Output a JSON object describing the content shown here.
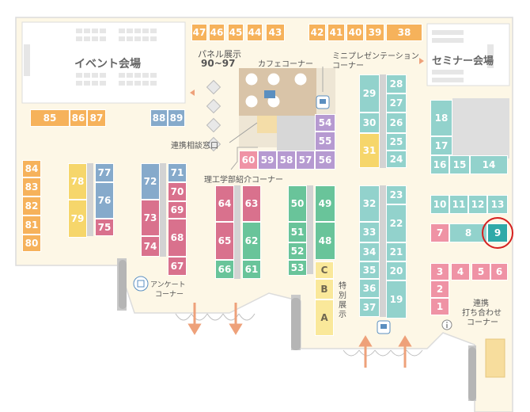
{
  "halls": {
    "event": "イベント会場",
    "seminar": "セミナー会場",
    "panel_line1": "パネル展示",
    "panel_line2": "90~97",
    "cafe": "カフェコーナー",
    "mini_pres_line1": "ミニプレゼンテーション",
    "mini_pres_line2": "コーナー",
    "consult": "連携相談窓口",
    "science": "理工学部紹介コーナー",
    "survey_line1": "アンケート",
    "survey_line2": "コーナー",
    "special_line1": "特",
    "special_line2": "別",
    "special_line3": "展",
    "special_line4": "示",
    "meeting_line1": "連携",
    "meeting_line2": "打ち合わせ",
    "meeting_line3": "コーナー"
  },
  "booths": [
    {
      "id": "47",
      "label": "47"
    },
    {
      "id": "46",
      "label": "46"
    },
    {
      "id": "45",
      "label": "45"
    },
    {
      "id": "44",
      "label": "44"
    },
    {
      "id": "43",
      "label": "43"
    },
    {
      "id": "42",
      "label": "42"
    },
    {
      "id": "41",
      "label": "41"
    },
    {
      "id": "40",
      "label": "40"
    },
    {
      "id": "39",
      "label": "39"
    },
    {
      "id": "38",
      "label": "38"
    },
    {
      "id": "85",
      "label": "85"
    },
    {
      "id": "86",
      "label": "86"
    },
    {
      "id": "87",
      "label": "87"
    },
    {
      "id": "88",
      "label": "88"
    },
    {
      "id": "89",
      "label": "89"
    },
    {
      "id": "84",
      "label": "84"
    },
    {
      "id": "83",
      "label": "83"
    },
    {
      "id": "82",
      "label": "82"
    },
    {
      "id": "81",
      "label": "81"
    },
    {
      "id": "80",
      "label": "80"
    },
    {
      "id": "78",
      "label": "78"
    },
    {
      "id": "79",
      "label": "79"
    },
    {
      "id": "77",
      "label": "77"
    },
    {
      "id": "76",
      "label": "76"
    },
    {
      "id": "75",
      "label": "75"
    },
    {
      "id": "72",
      "label": "72"
    },
    {
      "id": "73",
      "label": "73"
    },
    {
      "id": "74",
      "label": "74"
    },
    {
      "id": "71",
      "label": "71"
    },
    {
      "id": "70",
      "label": "70"
    },
    {
      "id": "69",
      "label": "69"
    },
    {
      "id": "68",
      "label": "68"
    },
    {
      "id": "67",
      "label": "67"
    },
    {
      "id": "54",
      "label": "54"
    },
    {
      "id": "55",
      "label": "55"
    },
    {
      "id": "56",
      "label": "56"
    },
    {
      "id": "57",
      "label": "57"
    },
    {
      "id": "58",
      "label": "58"
    },
    {
      "id": "59",
      "label": "59"
    },
    {
      "id": "60",
      "label": "60"
    },
    {
      "id": "64",
      "label": "64"
    },
    {
      "id": "65",
      "label": "65"
    },
    {
      "id": "66",
      "label": "66"
    },
    {
      "id": "63",
      "label": "63"
    },
    {
      "id": "62",
      "label": "62"
    },
    {
      "id": "61",
      "label": "61"
    },
    {
      "id": "50",
      "label": "50"
    },
    {
      "id": "51",
      "label": "51"
    },
    {
      "id": "52",
      "label": "52"
    },
    {
      "id": "53",
      "label": "53"
    },
    {
      "id": "49",
      "label": "49"
    },
    {
      "id": "48",
      "label": "48"
    },
    {
      "id": "C",
      "label": "C"
    },
    {
      "id": "B",
      "label": "B"
    },
    {
      "id": "A",
      "label": "A"
    },
    {
      "id": "29",
      "label": "29"
    },
    {
      "id": "30",
      "label": "30"
    },
    {
      "id": "31",
      "label": "31"
    },
    {
      "id": "28",
      "label": "28"
    },
    {
      "id": "27",
      "label": "27"
    },
    {
      "id": "26",
      "label": "26"
    },
    {
      "id": "25",
      "label": "25"
    },
    {
      "id": "24",
      "label": "24"
    },
    {
      "id": "32",
      "label": "32"
    },
    {
      "id": "33",
      "label": "33"
    },
    {
      "id": "34",
      "label": "34"
    },
    {
      "id": "35",
      "label": "35"
    },
    {
      "id": "36",
      "label": "36"
    },
    {
      "id": "37",
      "label": "37"
    },
    {
      "id": "23",
      "label": "23"
    },
    {
      "id": "22",
      "label": "22"
    },
    {
      "id": "21",
      "label": "21"
    },
    {
      "id": "20",
      "label": "20"
    },
    {
      "id": "19",
      "label": "19"
    },
    {
      "id": "18",
      "label": "18"
    },
    {
      "id": "17",
      "label": "17"
    },
    {
      "id": "16",
      "label": "16"
    },
    {
      "id": "15",
      "label": "15"
    },
    {
      "id": "14",
      "label": "14"
    },
    {
      "id": "10",
      "label": "10"
    },
    {
      "id": "11",
      "label": "11"
    },
    {
      "id": "12",
      "label": "12"
    },
    {
      "id": "13",
      "label": "13"
    },
    {
      "id": "7",
      "label": "7"
    },
    {
      "id": "8",
      "label": "8"
    },
    {
      "id": "9",
      "label": "9"
    },
    {
      "id": "3",
      "label": "3"
    },
    {
      "id": "4",
      "label": "4"
    },
    {
      "id": "5",
      "label": "5"
    },
    {
      "id": "6",
      "label": "6"
    },
    {
      "id": "2",
      "label": "2"
    },
    {
      "id": "1",
      "label": "1"
    }
  ],
  "highlight": {
    "booth": "9",
    "ring_color": "#d62020"
  },
  "colors": {
    "orange": "#f6b25b",
    "blue": "#86aacb",
    "pink": "#d9718d",
    "light_pink": "#ef93a5",
    "teal": "#92d2cc",
    "green": "#69c49a",
    "purple": "#b69ad1",
    "yellow": "#f6d66b",
    "floor": "#fdf8ea",
    "arrow": "#eea17a"
  },
  "icons": [
    "presentation-icon",
    "survey-icon",
    "info-icon",
    "entrance-arrow-icon",
    "cafe-table-icon"
  ]
}
